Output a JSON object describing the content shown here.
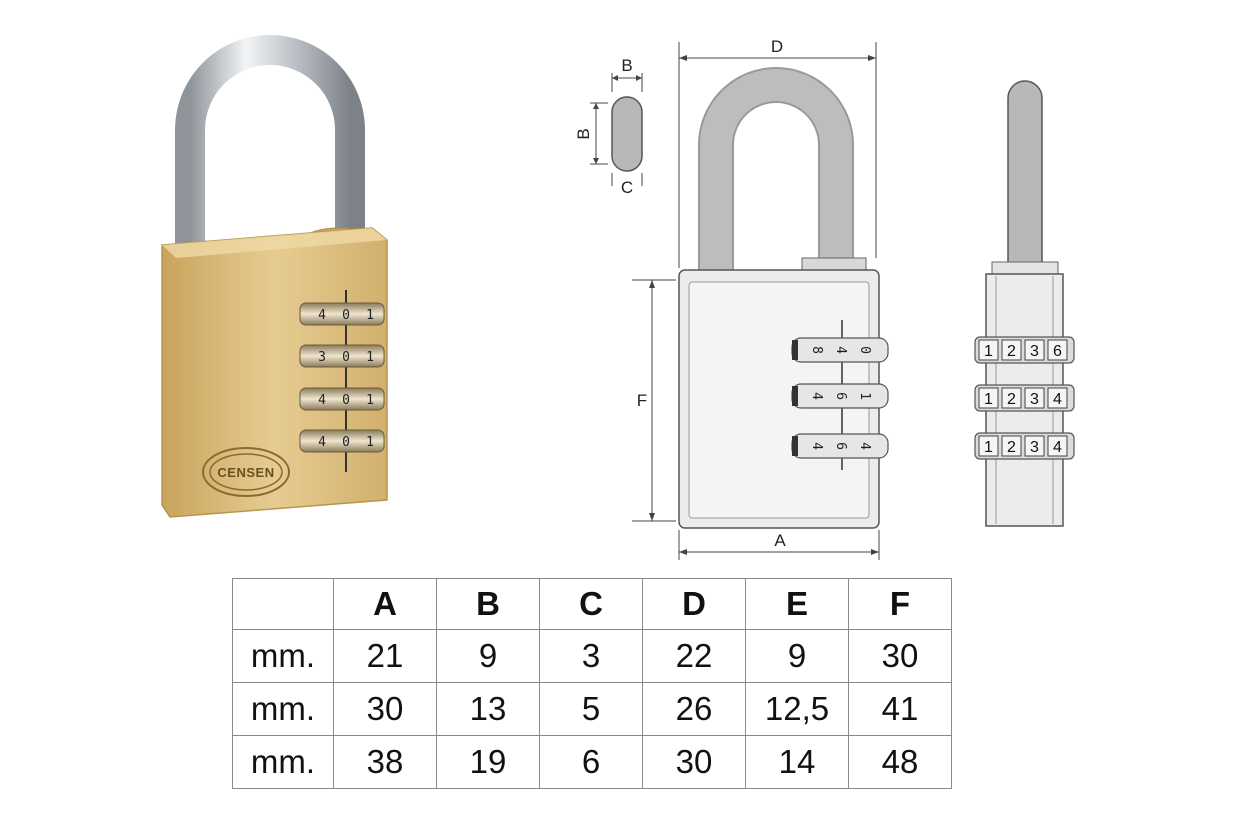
{
  "product_photo": {
    "brand": "CENSEN",
    "wheel_rows": [
      [
        "4",
        "0",
        "1"
      ],
      [
        "3",
        "0",
        "1"
      ],
      [
        "4",
        "0",
        "1"
      ],
      [
        "4",
        "0",
        "1"
      ]
    ]
  },
  "front_drawing": {
    "wheel_rows": [
      [
        "8",
        "4",
        "0"
      ],
      [
        "4",
        "6",
        "1"
      ],
      [
        "4",
        "6",
        "4"
      ]
    ]
  },
  "side_drawing": {
    "wheel_rows": [
      [
        "1",
        "2",
        "3",
        "6"
      ],
      [
        "1",
        "2",
        "3",
        "4"
      ],
      [
        "1",
        "2",
        "3",
        "4"
      ]
    ]
  },
  "dimension_labels": {
    "top_width": "D",
    "body_width": "A",
    "body_height": "F",
    "shackle_thickness_top": "B",
    "shackle_thickness_side": "B",
    "shackle_gap": "C"
  },
  "table": {
    "headers": [
      "",
      "A",
      "B",
      "C",
      "D",
      "E",
      "F"
    ],
    "rows": [
      {
        "unit": "mm.",
        "values": [
          "21",
          "9",
          "3",
          "22",
          "9",
          "30"
        ]
      },
      {
        "unit": "mm.",
        "values": [
          "30",
          "13",
          "5",
          "26",
          "12,5",
          "41"
        ]
      },
      {
        "unit": "mm.",
        "values": [
          "38",
          "19",
          "6",
          "30",
          "14",
          "48"
        ]
      }
    ]
  },
  "colors": {
    "brass_light": "#e2c78a",
    "brass_dark": "#c9a45c",
    "steel": "#b9bec4",
    "drawing_gray": "#b0b0b0",
    "drawing_body": "#ececec"
  }
}
